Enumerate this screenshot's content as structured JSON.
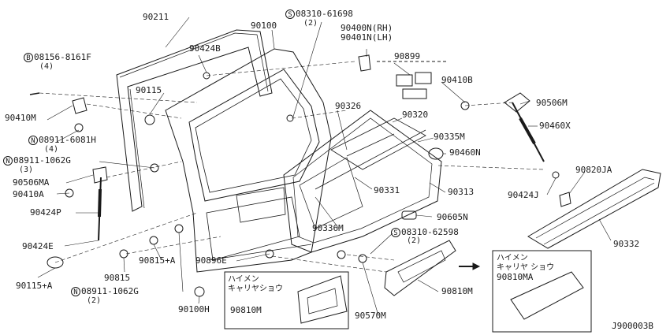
{
  "labels": {
    "p90211": "90211",
    "p90100": "90100",
    "s08310_61698_sym": "S",
    "s08310_61698": "08310-61698",
    "s08310_61698_qty": "(2)",
    "p90400N": "90400N(RH)",
    "p90401N": "90401N(LH)",
    "b08156_sym": "B",
    "b08156": "08156-8161F",
    "b08156_qty": "(4)",
    "p90424B": "90424B",
    "p90899": "90899",
    "p90115": "90115",
    "p90410B": "90410B",
    "p90410M": "90410M",
    "p90326": "90326",
    "p90320": "90320",
    "p90506M": "90506M",
    "n08911_6081_sym": "N",
    "n08911_6081": "08911-6081H",
    "n08911_6081_qty": "(4)",
    "p90335M": "90335M",
    "p90460X": "90460X",
    "n08911_1062_sym": "N",
    "n08911_1062": "08911-1062G",
    "n08911_1062_qty": "(3)",
    "p90460N": "90460N",
    "p90506MA": "90506MA",
    "p90820JA": "90820JA",
    "p90410A": "90410A",
    "p90331": "90331",
    "p90313": "90313",
    "p90424J": "90424J",
    "p90424P": "90424P",
    "p90605N": "90605N",
    "p90336M": "90336M",
    "s08310_62598_sym": "S",
    "s08310_62598": "08310-62598",
    "s08310_62598_qty": "(2)",
    "p90424E": "90424E",
    "p90332": "90332",
    "p90815A": "90815+A",
    "p90896E": "90896E",
    "p90115A": "90115+A",
    "p90815": "90815",
    "n08911_1062b_sym": "N",
    "n08911_1062b": "08911-1062G",
    "n08911_1062b_qty": "(2)",
    "p90810M_right": "90810M",
    "p90570M": "90570M",
    "p90100H": "90100H",
    "inset_left_line1": "ハイメン",
    "inset_left_line2": "キャリヤショウ",
    "p90810M_inset": "90810M",
    "inset_right_line1": "ハイメン",
    "inset_right_line2": "キャリヤ ショウ",
    "p90810MA": "90810MA",
    "diagram_code": "J900003B"
  }
}
